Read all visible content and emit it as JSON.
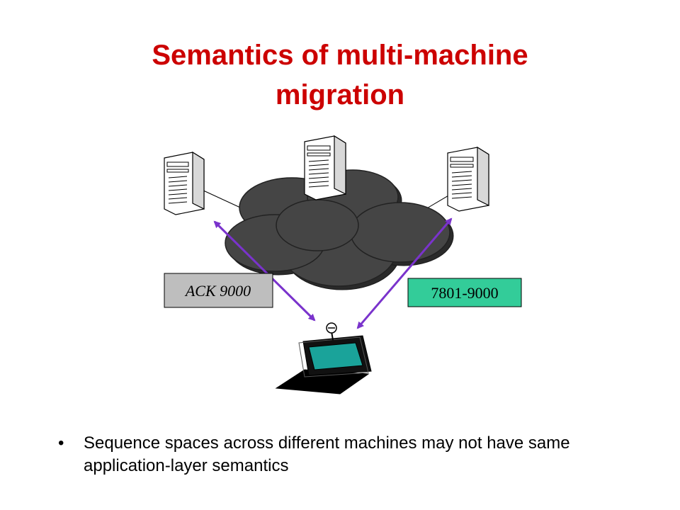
{
  "slide": {
    "title_line1": "Semantics of multi-machine",
    "title_line2": "migration",
    "ack_label": "ACK 9000",
    "range_label": "7801-9000",
    "bullet_text": "Sequence spaces across different machines may not have same application-layer semantics"
  },
  "colors": {
    "title": "#cc0000",
    "cloud": "#454545",
    "arrow": "#7a33cc",
    "ack_box": "#bebebe",
    "range_box": "#33cc99"
  }
}
